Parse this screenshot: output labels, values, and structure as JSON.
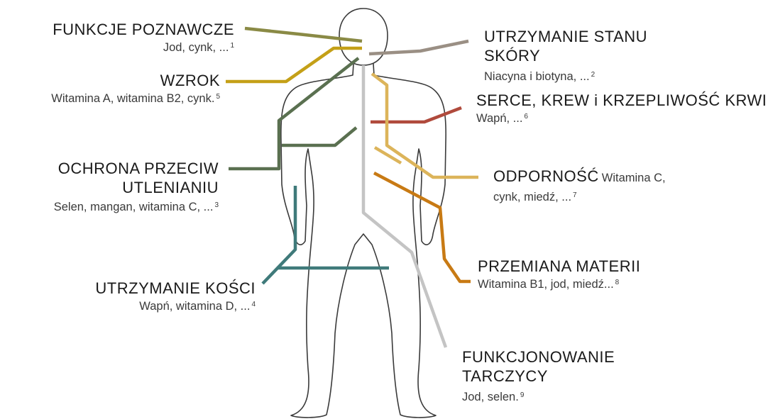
{
  "labels": {
    "cognitive": {
      "title": "FUNKCJE POZNAWCZE",
      "desc": "Jod, cynk, ...",
      "ref": "1",
      "color": "#8a8a45"
    },
    "skin": {
      "title_line1": "UTRZYMANIE STANU",
      "title_line2": "SKÓRY",
      "desc": "Niacyna i biotyna, ...",
      "ref": "2",
      "color": "#9a8f84"
    },
    "vision": {
      "title": "WZROK",
      "desc": "Witamina A, witamina B2, cynk.",
      "ref": "5",
      "color": "#c4a017"
    },
    "heart": {
      "title": "SERCE, KREW i KRZEPLIWOŚĆ KRWI",
      "desc": "Wapń, ...",
      "ref": "6",
      "color": "#b04a3c"
    },
    "antioxidant": {
      "title_line1": "OCHRONA PRZECIW",
      "title_line2": "UTLENIANIU",
      "desc": "Selen, mangan, witamina C, ...",
      "ref": "3",
      "color": "#5a7050"
    },
    "immunity": {
      "title": "ODPORNOŚĆ",
      "desc_inline": "Witamina C,",
      "desc_line2": "cynk, miedź, ...",
      "ref": "7",
      "color": "#dcb45a"
    },
    "metabolism": {
      "title": "PRZEMIANA MATERII",
      "desc": "Witamina B1, jod, miedź...",
      "ref": "8",
      "color": "#c87a14"
    },
    "bones": {
      "title": "UTRZYMANIE KOŚCI",
      "desc": "Wapń, witamina D, ...",
      "ref": "4",
      "color": "#3f7a7a"
    },
    "thyroid": {
      "title_line1": "FUNKCJONOWANIE",
      "title_line2": "TARCZYCY",
      "desc": "Jod, selen.",
      "ref": "9",
      "color": "#c4c4c4"
    }
  }
}
